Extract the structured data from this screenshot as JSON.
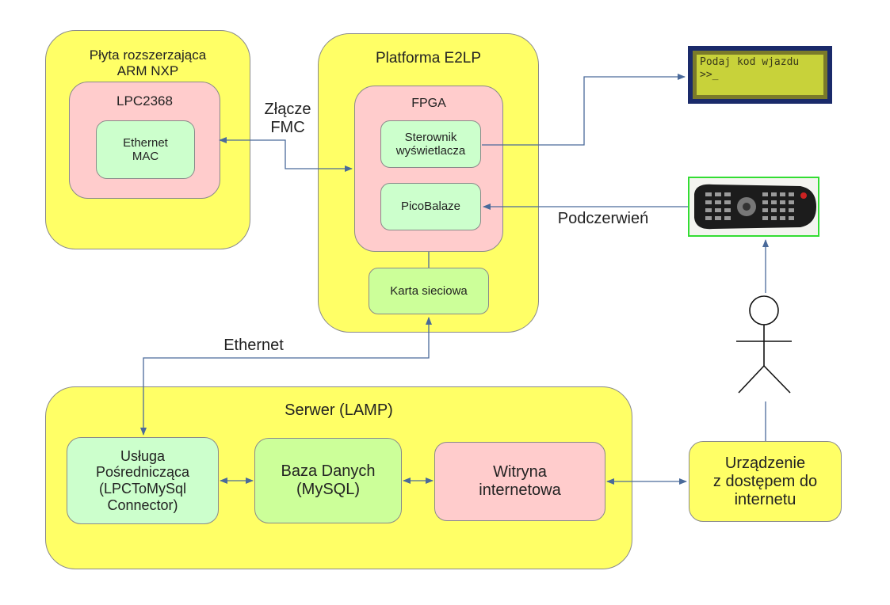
{
  "arm_board": {
    "title": "Płyta rozszerzająca\nARM NXP",
    "lpc": "LPC2368",
    "mac": "Ethernet\nMAC"
  },
  "connector_label": "Złącze\nFMC",
  "e2lp": {
    "title": "Platforma E2LP",
    "fpga": "FPGA",
    "display_driver": "Sterownik\nwyświetlacza",
    "picoblaze": "PicoBalaze",
    "network_card": "Karta sieciowa"
  },
  "lcd": {
    "line1": "Podaj kod wjazdu",
    "line2": ">>_"
  },
  "infrared_label": "Podczerwień",
  "ethernet_label": "Ethernet",
  "server": {
    "title": "Serwer (LAMP)",
    "service": "Usługa\nPośrednicząca\n(LPCToMySql\nConnector)",
    "database": "Baza Danych\n(MySQL)",
    "website": "Witryna\ninternetowa"
  },
  "device": "Urządzenie\nz dostępem do\ninternetu",
  "colors": {
    "yellow": "#ffff66",
    "pink": "#ffcccc",
    "mint": "#ccffcc",
    "lime": "#ccff99",
    "wire": "#4a6a9a"
  }
}
